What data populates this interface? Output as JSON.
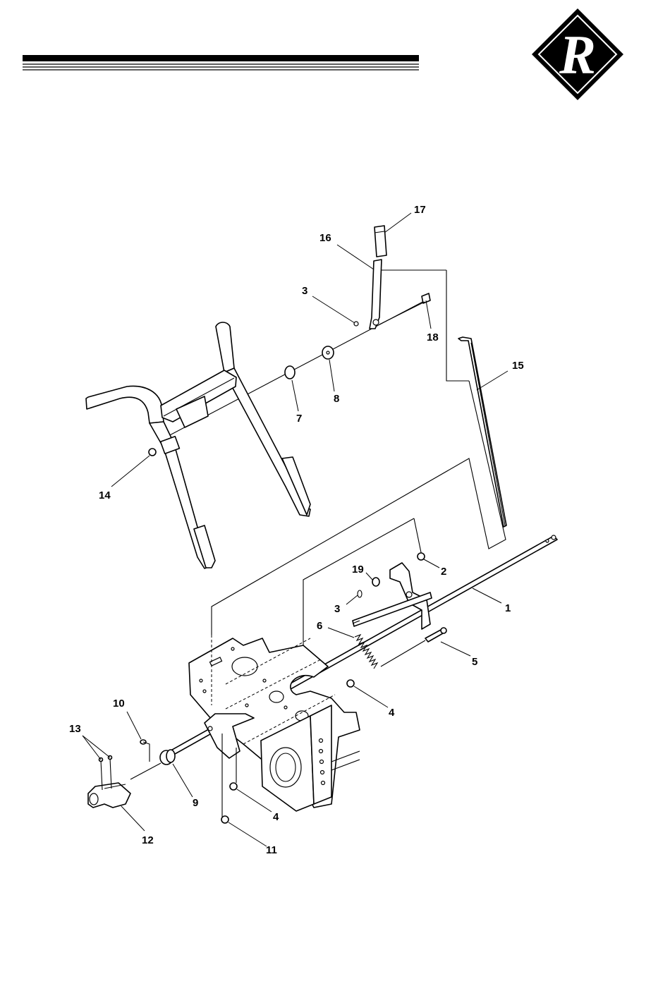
{
  "brand": {
    "logo_letter": "R",
    "logo_icon": "diamond-r-logo-icon"
  },
  "callouts": [
    {
      "id": "c17a",
      "text": "17"
    },
    {
      "id": "c16",
      "text": "16"
    },
    {
      "id": "c3a",
      "text": "3"
    },
    {
      "id": "c18",
      "text": "18"
    },
    {
      "id": "c15",
      "text": "15"
    },
    {
      "id": "c8",
      "text": "8"
    },
    {
      "id": "c7",
      "text": "7"
    },
    {
      "id": "c14",
      "text": "14"
    },
    {
      "id": "c19",
      "text": "19"
    },
    {
      "id": "c2",
      "text": "2"
    },
    {
      "id": "c3b",
      "text": "3"
    },
    {
      "id": "c1",
      "text": "1"
    },
    {
      "id": "c6",
      "text": "6"
    },
    {
      "id": "c5",
      "text": "5"
    },
    {
      "id": "c4a",
      "text": "4"
    },
    {
      "id": "c10",
      "text": "10"
    },
    {
      "id": "c13",
      "text": "13"
    },
    {
      "id": "c9",
      "text": "9"
    },
    {
      "id": "c4b",
      "text": "4"
    },
    {
      "id": "c12",
      "text": "12"
    },
    {
      "id": "c11",
      "text": "11"
    }
  ]
}
